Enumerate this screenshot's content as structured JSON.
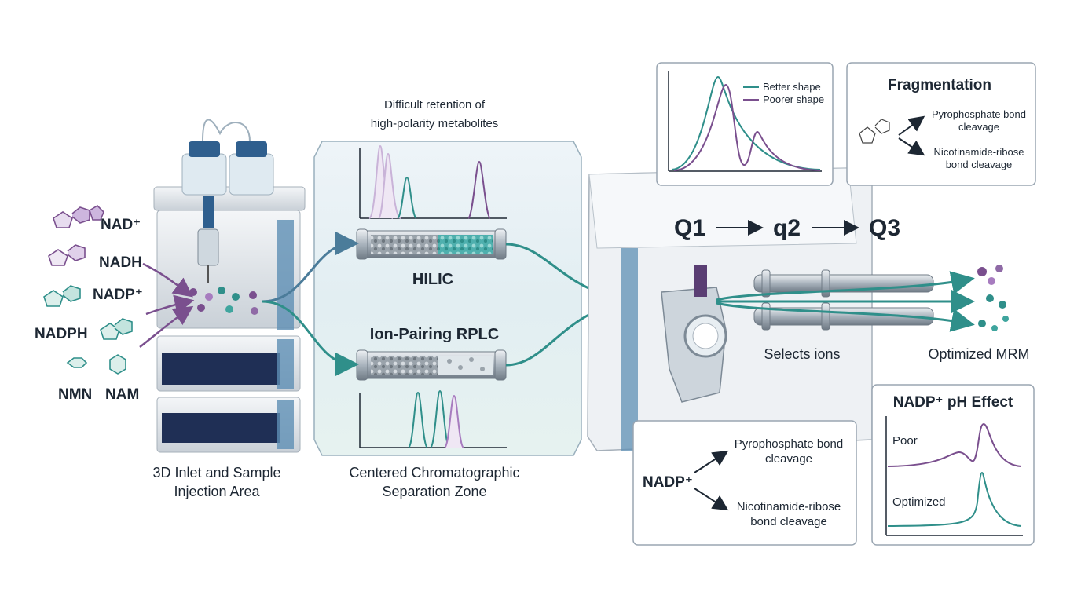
{
  "colors": {
    "teal": "#2f8f8a",
    "purple": "#7a4f8e",
    "lilac": "#c9b3d8",
    "steel_blue": "#4b7c9a",
    "panel_border": "#9aa6b2"
  },
  "molecules": [
    "NAD⁺",
    "NADH",
    "NADP⁺",
    "NADPH",
    "NMN",
    "NAM"
  ],
  "inlet": {
    "caption_line1": "3D Inlet and Sample",
    "caption_line2": "Injection Area"
  },
  "separation": {
    "top_note_line1": "Difficult retention of",
    "top_note_line2": "high-polarity metabolites",
    "column_top_label": "HILIC",
    "column_bottom_label": "Ion-Pairing RPLC",
    "caption_line1": "Centered Chromatographic",
    "caption_line2": "Separation Zone"
  },
  "peak_shape_panel": {
    "legend": [
      "Better shape",
      "Poorer shape"
    ]
  },
  "fragmentation_panel": {
    "title": "Fragmentation",
    "branch1_line1": "Pyrophosphate bond",
    "branch1_line2": "cleavage",
    "branch2_line1": "Nicotinamide-ribose",
    "branch2_line2": "bond cleavage"
  },
  "quadrupole": {
    "q1": "Q1",
    "q2": "q2",
    "q3": "Q3",
    "selects_label": "Selects ions",
    "output_label": "Optimized MRM"
  },
  "nadp_panel": {
    "source": "NADP⁺",
    "branch1_line1": "Pyrophosphate bond",
    "branch1_line2": "cleavage",
    "branch2_line1": "Nicotinamide-ribose",
    "branch2_line2": "bond cleavage"
  },
  "ph_panel": {
    "title": "NADP⁺ pH Effect",
    "poor_label": "Poor",
    "optimized_label": "Optimized"
  }
}
